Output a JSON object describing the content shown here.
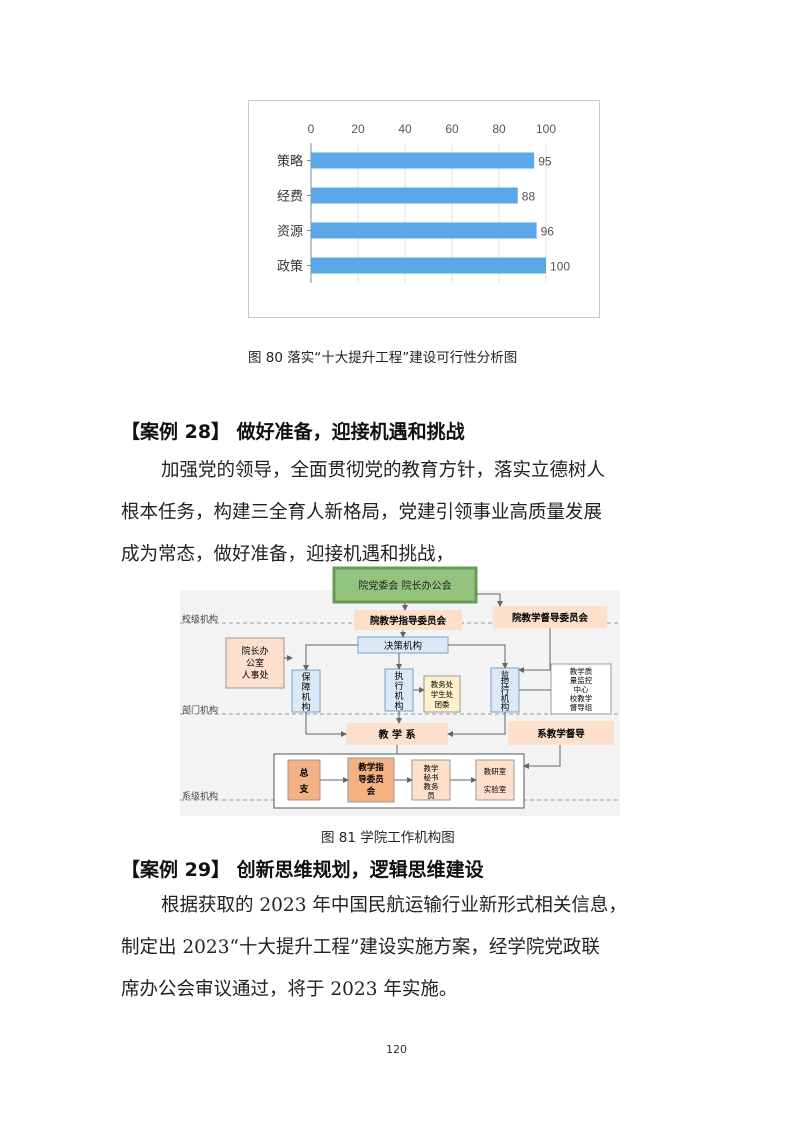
{
  "figure80": {
    "caption": "图 80  落实“十大提升工程”建设可行性分析图",
    "chart_data": {
      "type": "bar",
      "orientation": "horizontal",
      "categories": [
        "策略",
        "经费",
        "资源",
        "政策"
      ],
      "values": [
        95,
        88,
        96,
        100
      ],
      "xlim": [
        0,
        100
      ],
      "xticks": [
        "0",
        "20",
        "40",
        "60",
        "80",
        "100"
      ],
      "bar_color": "#5ba7e8",
      "grid": true,
      "x_axis_position": "top"
    }
  },
  "case28": {
    "heading": "【案例 28】  做好准备，迎接机遇和挑战",
    "lines": [
      "加强党的领导，全面贯彻党的教育方针，落实立德树人",
      "根本任务，构建三全育人新格局，党建引领事业高质量发展",
      "成为常态，做好准备，迎接机遇和挑战，"
    ]
  },
  "figure81": {
    "caption": "图 81   学院工作机构图",
    "top_box": "院党委会    院长办公会",
    "level_labels": [
      "校级机构",
      "部门机构",
      "系级机构"
    ],
    "committee_left": "院教学指导委员会",
    "committee_right": "院教学督导委员会",
    "decision": "决策机构",
    "president_office": [
      "院长办",
      "公室",
      "人事处"
    ],
    "support": [
      "保",
      "障",
      "机",
      "构"
    ],
    "execute": [
      "执",
      "行",
      "机",
      "构"
    ],
    "monitor": [
      "监",
      "控",
      "行",
      "机",
      "构"
    ],
    "academic_affairs": [
      "教务处",
      "学生处",
      "团委"
    ],
    "quality_center": [
      "教学质",
      "量监控",
      "中心",
      "校教学",
      "督导组"
    ],
    "teaching_dept": "教  学  系",
    "dept_supervision": "系教学督导",
    "branch": [
      "总",
      "支"
    ],
    "teaching_committee": [
      "教学指",
      "导委员",
      "会"
    ],
    "secretary": [
      "教学",
      "秘书",
      "教务",
      "员"
    ],
    "research": [
      "教研室",
      "实验室"
    ],
    "colors": {
      "green": "#93c47d",
      "peach": "#fce0cc",
      "salmon": "#f4b183",
      "blue": "#dbe8f6",
      "yellow": "#fff1cc"
    }
  },
  "case29": {
    "heading": "【案例 29】  创新思维规划，逻辑思维建设",
    "lines": [
      "根据获取的 2023 年中国民航运输行业新形式相关信息，",
      "制定出 2023“十大提升工程”建设实施方案，经学院党政联",
      "席办公会审议通过，将于 2023 年实施。"
    ]
  },
  "page_number": "120"
}
